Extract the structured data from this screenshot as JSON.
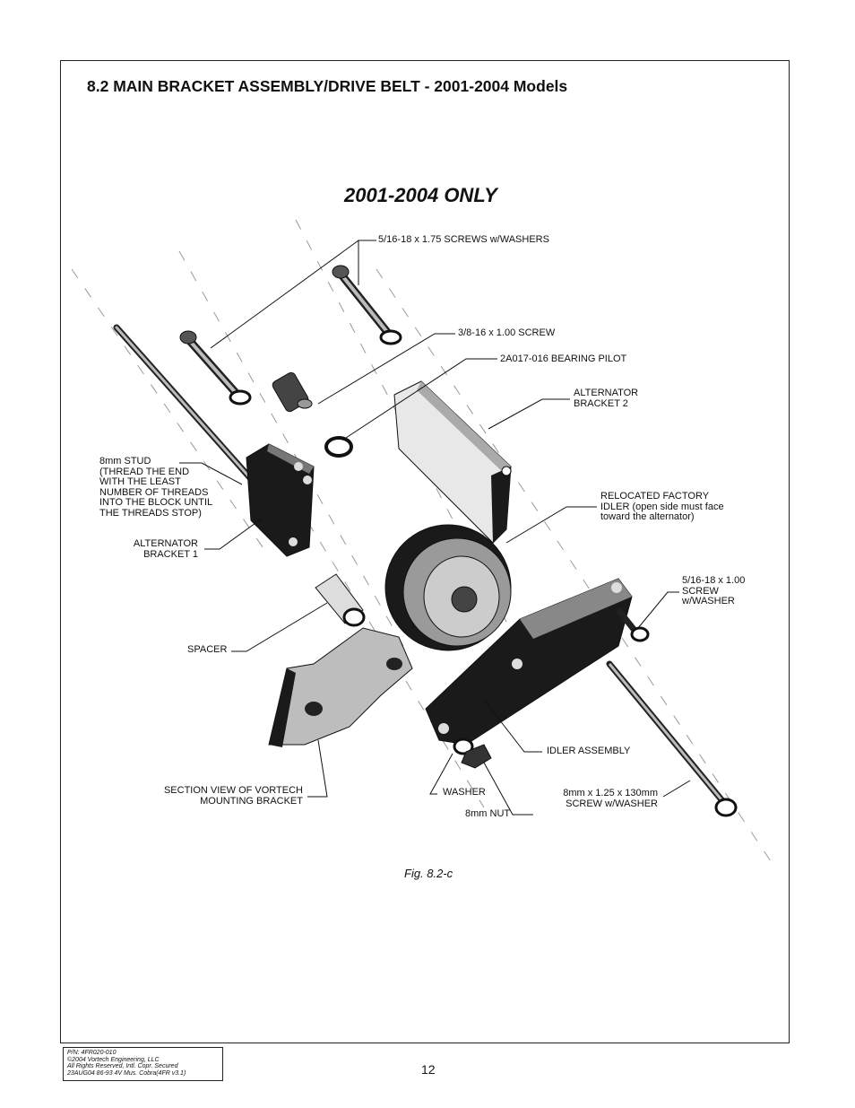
{
  "section_title": "8.2 MAIN BRACKET ASSEMBLY/DRIVE BELT - 2001-2004 Models",
  "only_heading": "2001-2004 ONLY",
  "labels": {
    "screws_175": "5/16-18 x 1.75 SCREWS w/WASHERS",
    "screw_38": "3/8-16 x 1.00 SCREW",
    "bearing_pilot": "2A017-016 BEARING PILOT",
    "alt_bracket_2": "ALTERNATOR\nBRACKET 2",
    "stud": "8mm STUD\n(THREAD THE END\nWITH THE LEAST\nNUMBER OF THREADS\nINTO THE BLOCK UNTIL\nTHE THREADS STOP)",
    "relocated_idler": "RELOCATED FACTORY\nIDLER (open side must face\ntoward the alternator)",
    "alt_bracket_1": "ALTERNATOR\nBRACKET 1",
    "screw_100": "5/16-18 x 1.00\nSCREW\nw/WASHER",
    "spacer": "SPACER",
    "idler_assembly": "IDLER ASSEMBLY",
    "section_view": "SECTION VIEW OF VORTECH\nMOUNTING BRACKET",
    "washer": "WASHER",
    "screw_130": "8mm x 1.25 x 130mm\nSCREW w/WASHER",
    "nut": "8mm NUT"
  },
  "caption": "Fig. 8.2-c",
  "footer": {
    "pn": "P/N: 4FR020-010",
    "copyright": "©2004 Vortech Engineering, LLC",
    "rights": "All Rights Reserved, Intl. Copr. Secured",
    "date": "23AUG04 86-93 4V Mus. Cobra(4FR v3.1)"
  },
  "page_number": "12"
}
